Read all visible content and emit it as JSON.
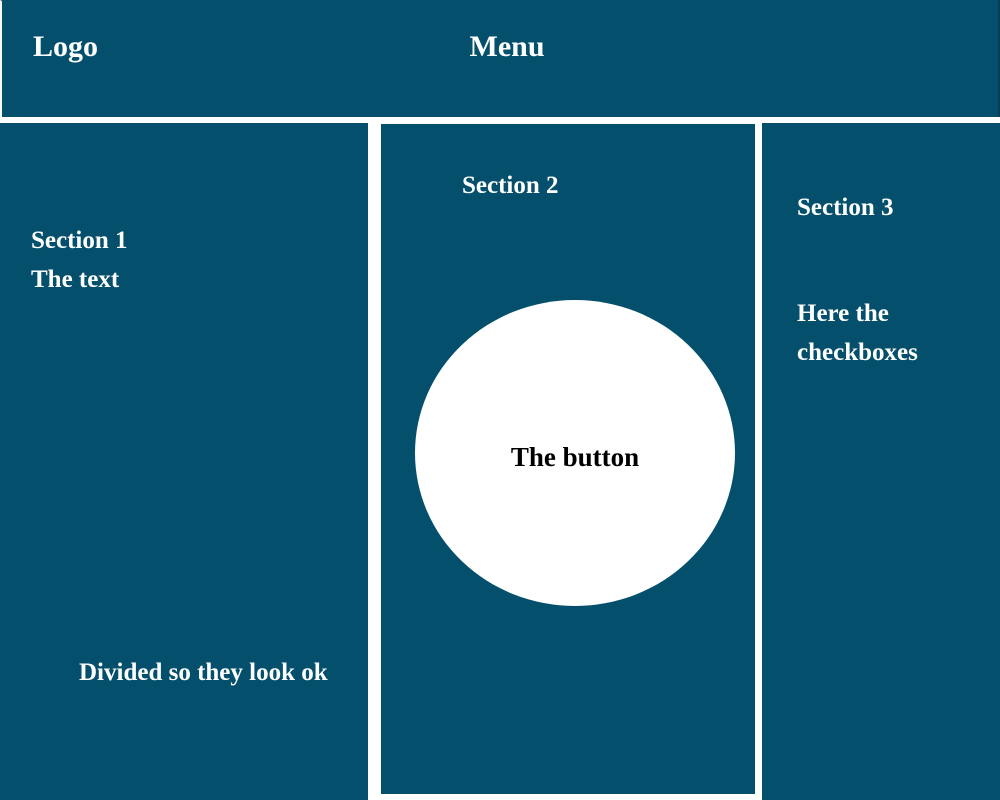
{
  "header": {
    "logo_label": "Logo",
    "menu_label": "Menu",
    "background_color": "#04506c",
    "text_color": "#ffffff"
  },
  "theme": {
    "panel_color": "#04506c",
    "page_background": "#ffffff",
    "text_color": "#ffffff",
    "button_background": "#ffffff",
    "button_text_color": "#000000"
  },
  "columns": [
    {
      "id": "section-1",
      "title": "Section 1",
      "text": "The text",
      "footer_text": "Divided so they look ok"
    },
    {
      "id": "section-2",
      "title": "Section 2",
      "button_label": "The button"
    },
    {
      "id": "section-3",
      "title": "Section 3",
      "text": "Here the checkboxes"
    }
  ]
}
